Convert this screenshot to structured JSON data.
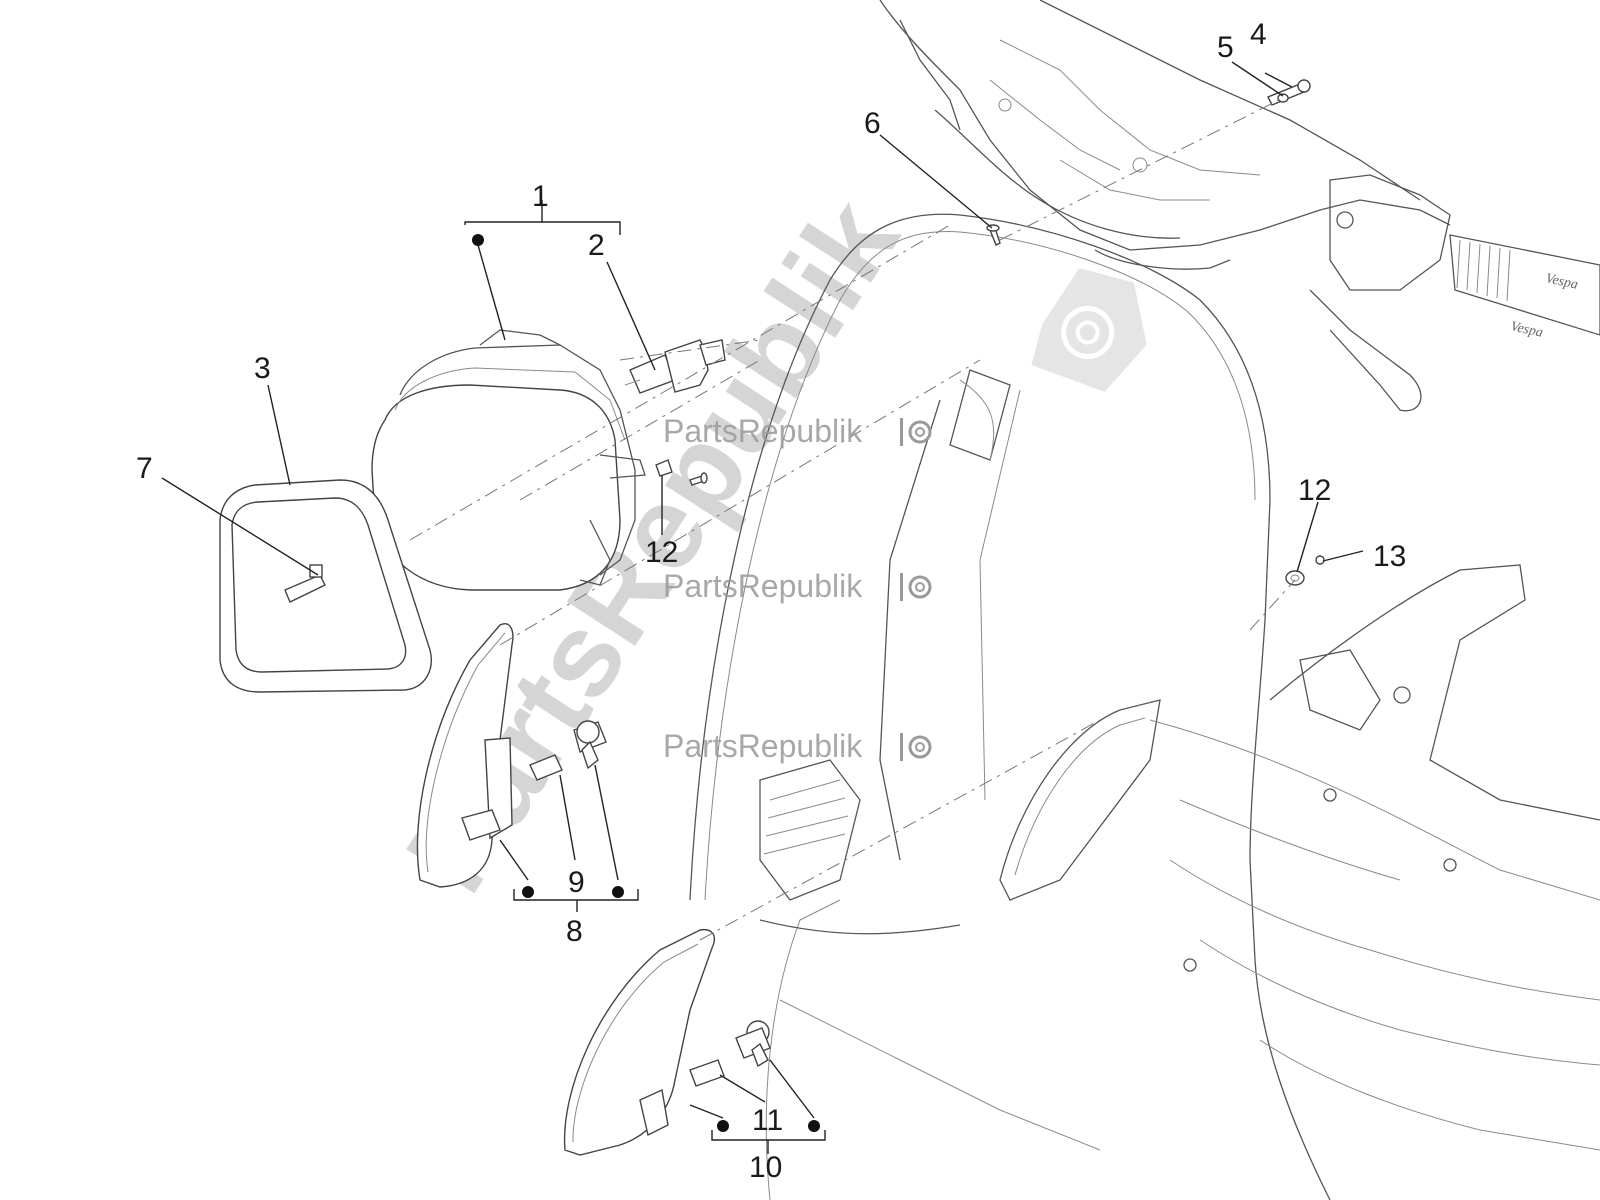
{
  "watermark": {
    "brand": "PartsRepublik",
    "large": "PartsRepublik"
  },
  "grip_brand": "Vespa",
  "callouts": [
    "1",
    "2",
    "3",
    "4",
    "5",
    "6",
    "7",
    "8",
    "9",
    "10",
    "11",
    "12",
    "12",
    "13"
  ],
  "icons": [
    "gear-icon",
    "bullet-marker"
  ]
}
